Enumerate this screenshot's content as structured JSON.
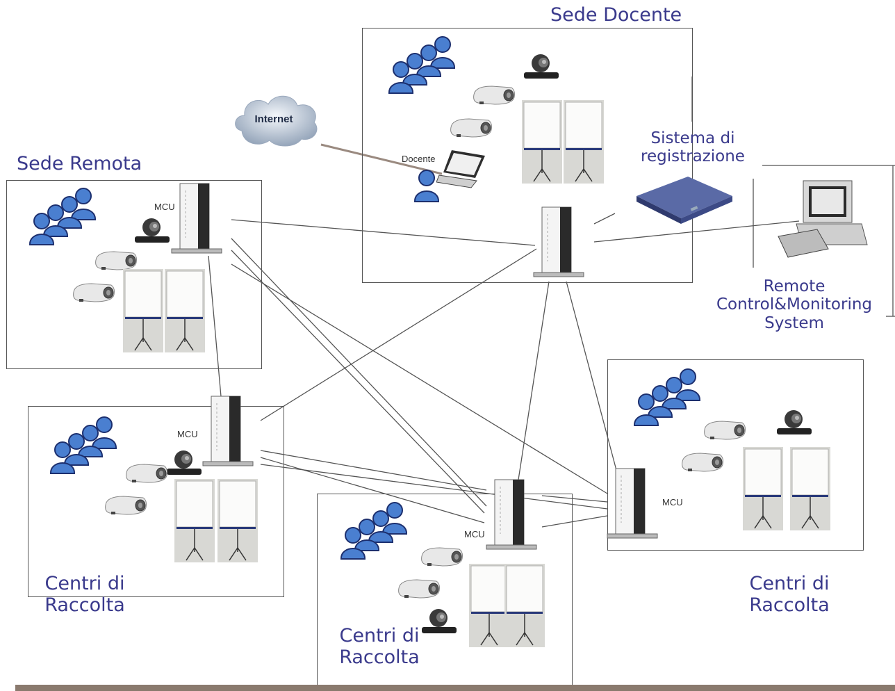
{
  "title": "Sede Docente",
  "sites": {
    "docente": "Sede Docente",
    "remota": "Sede Remota",
    "centri_left": "Centri di\nRaccolta",
    "centri_mid": "Centri di\nRaccolta",
    "centri_right": "Centri di\nRaccolta"
  },
  "devices": {
    "internet": "Internet",
    "docente_user": "Docente",
    "mcu_remota": "MCU",
    "mcu_left": "MCU",
    "mcu_mid": "MCU",
    "mcu_right": "MCU"
  },
  "systems": {
    "recording": "Sistema di\nregistrazione",
    "monitoring": "Remote\nControl&Monitoring\nSystem"
  },
  "colors": {
    "label": "#3a3a8c",
    "people": "#4a7fd0",
    "line": "#555555",
    "internet_line": "#9a8a80"
  }
}
